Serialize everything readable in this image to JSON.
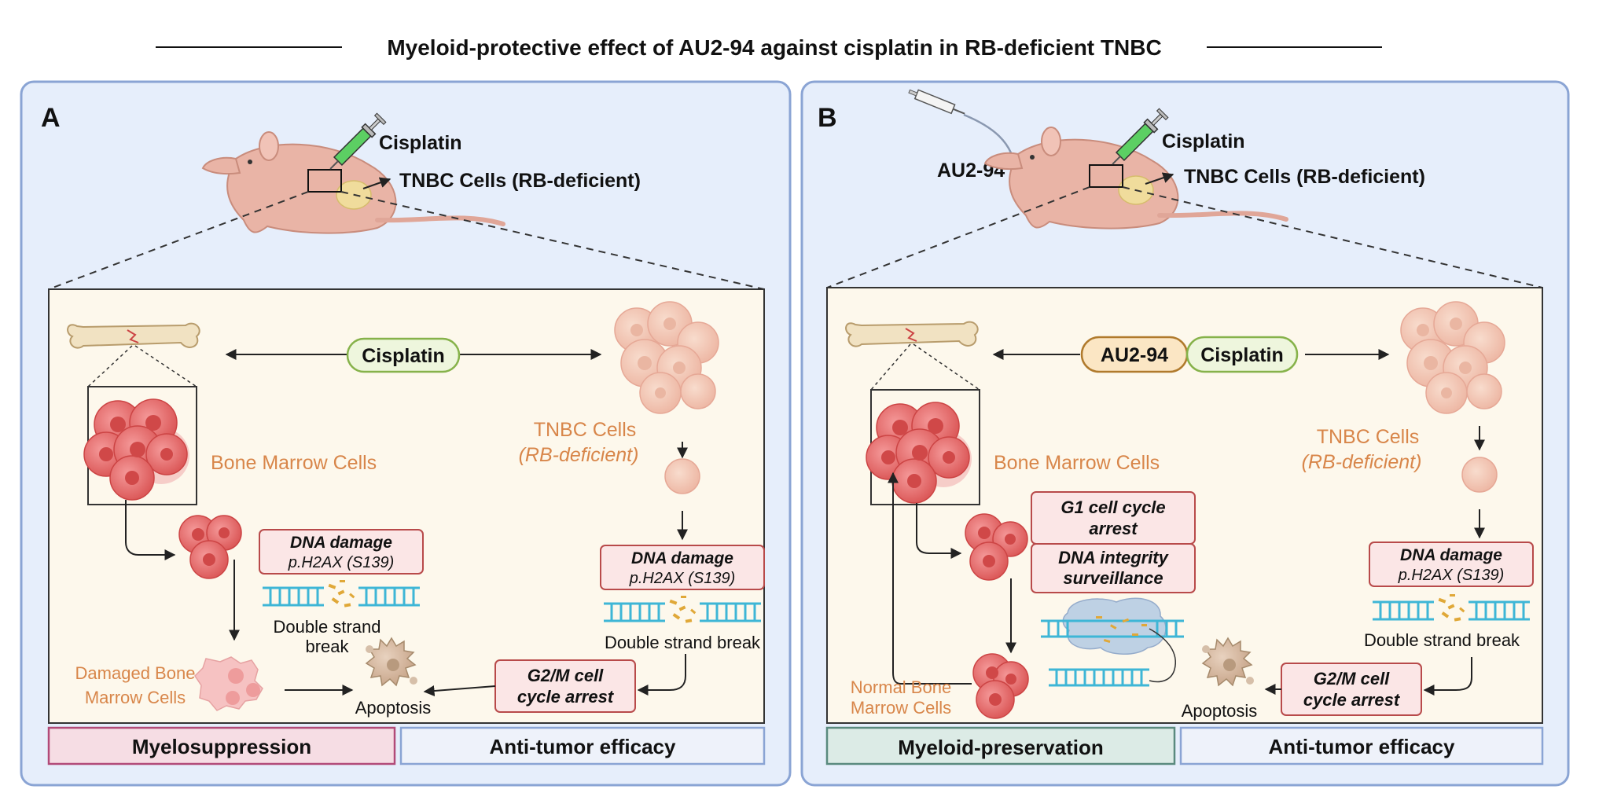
{
  "title": "Myeloid-protective effect of AU2-94 against cisplatin in RB-deficient TNBC",
  "colors": {
    "panel_bg": "#e6eefb",
    "panel_border": "#8aa4d4",
    "inner_bg": "#fdf8ec",
    "cell_red": "#e86a6a",
    "cell_pink": "#f2c4b4",
    "label_orange": "#d8864a",
    "box_pink_bg": "#fbe6e6",
    "box_pink_border": "#b84a4a",
    "dna_blue": "#3eb6d6",
    "cisplatin_green_bg": "#eef6dd",
    "cisplatin_green_border": "#86b24a",
    "au_orange_bg": "#fbe6c4",
    "au_orange_border": "#b07a2c",
    "myelosuppression_bg": "#f6dde4",
    "myelosuppression_border": "#b24a78",
    "preservation_bg": "#dcebe6",
    "preservation_border": "#5a8a7e",
    "efficacy_bg": "#eef2fa",
    "efficacy_border": "#8aa4d4"
  },
  "panelA": {
    "letter": "A",
    "drug_label": "Cisplatin",
    "tumor_label": "TNBC Cells (RB-deficient)",
    "pill_cisplatin": "Cisplatin",
    "bone_marrow_label": "Bone Marrow Cells",
    "tnbc_label_1": "TNBC Cells",
    "tnbc_label_2": "(RB-deficient)",
    "dna_damage_left": {
      "title": "DNA damage",
      "sub": "p.H2AX (S139)"
    },
    "dsb_left_1": "Double strand",
    "dsb_left_2": "break",
    "damaged_1": "Damaged Bone",
    "damaged_2": "Marrow Cells",
    "apoptosis": "Apoptosis",
    "dna_damage_right": {
      "title": "DNA damage",
      "sub": "p.H2AX (S139)"
    },
    "dsb_right": "Double strand break",
    "g2m_1": "G2/M cell",
    "g2m_2": "cycle arrest",
    "footer_left": "Myelosuppression",
    "footer_right": "Anti-tumor efficacy"
  },
  "panelB": {
    "letter": "B",
    "au_label": "AU2-94",
    "drug_label": "Cisplatin",
    "tumor_label": "TNBC Cells (RB-deficient)",
    "pill_au": "AU2-94",
    "pill_cisplatin": "Cisplatin",
    "bone_marrow_label": "Bone Marrow Cells",
    "tnbc_label_1": "TNBC Cells",
    "tnbc_label_2": "(RB-deficient)",
    "g1_1": "G1 cell cycle",
    "g1_2": "arrest",
    "integrity_1": "DNA integrity",
    "integrity_2": "surveillance",
    "normal_1": "Normal Bone",
    "normal_2": "Marrow Cells",
    "apoptosis": "Apoptosis",
    "dna_damage_right": {
      "title": "DNA damage",
      "sub": "p.H2AX (S139)"
    },
    "dsb_right": "Double strand break",
    "g2m_1": "G2/M cell",
    "g2m_2": "cycle arrest",
    "footer_left": "Myeloid-preservation",
    "footer_right": "Anti-tumor efficacy"
  }
}
